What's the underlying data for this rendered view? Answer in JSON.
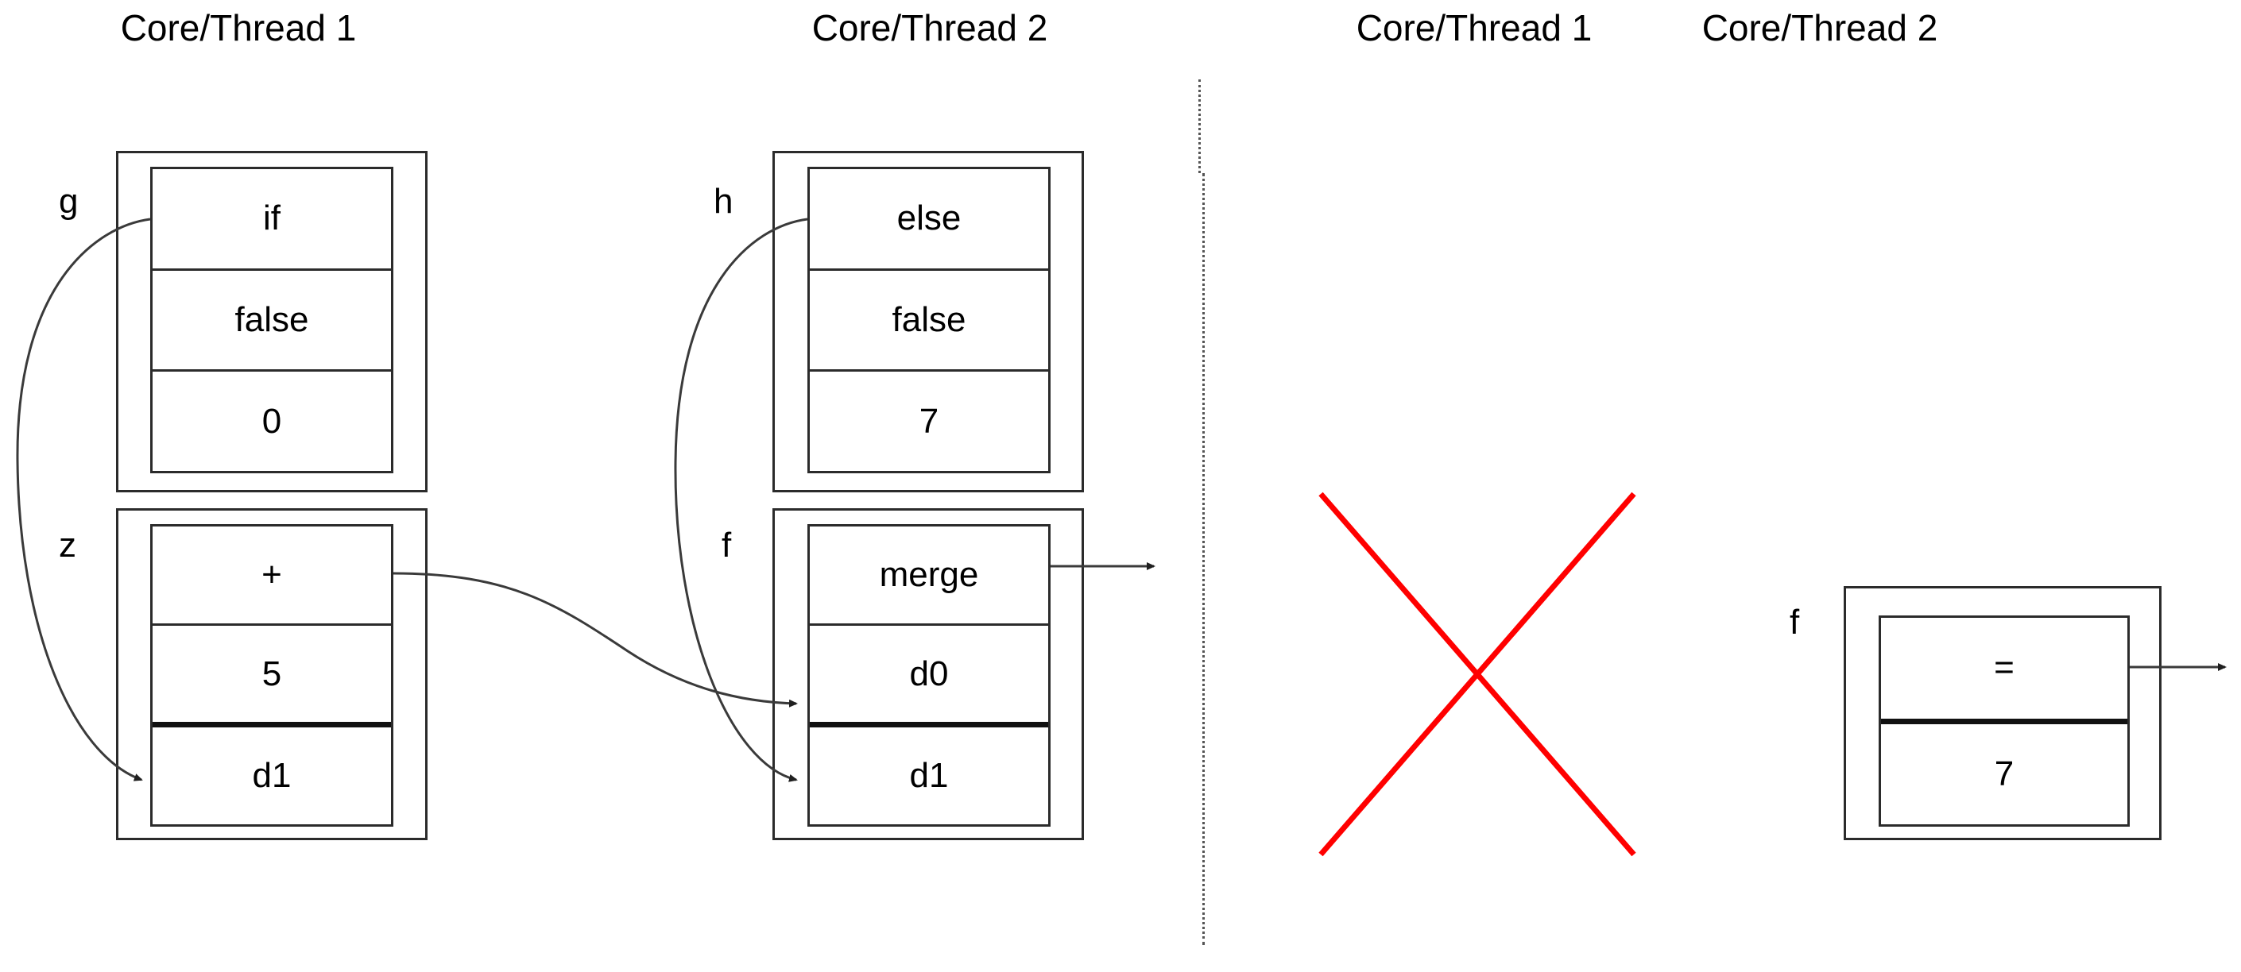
{
  "headers": [
    {
      "label": "Core/Thread 1"
    },
    {
      "label": "Core/Thread 2"
    },
    {
      "label": "Core/Thread 1"
    },
    {
      "label": "Core/Thread 2"
    }
  ],
  "nodes": [
    {
      "id": "g",
      "port_label": "g",
      "cells": [
        {
          "text": "if",
          "separator": "thin"
        },
        {
          "text": "false",
          "separator": "thin"
        },
        {
          "text": "0",
          "separator": "thin"
        }
      ]
    },
    {
      "id": "z",
      "port_label": "z",
      "cells": [
        {
          "text": "+",
          "separator": "thin"
        },
        {
          "text": "5",
          "separator": "thin"
        },
        {
          "text": "d1",
          "separator": "thick"
        }
      ]
    },
    {
      "id": "h",
      "port_label": "h",
      "cells": [
        {
          "text": "else",
          "separator": "thin"
        },
        {
          "text": "false",
          "separator": "thin"
        },
        {
          "text": "7",
          "separator": "thin"
        }
      ]
    },
    {
      "id": "f-merge",
      "port_label": "f",
      "cells": [
        {
          "text": "merge",
          "separator": "thin"
        },
        {
          "text": "d0",
          "separator": "thin"
        },
        {
          "text": "d1",
          "separator": "thick"
        }
      ]
    },
    {
      "id": "f-eq",
      "port_label": "f",
      "cells": [
        {
          "text": "=",
          "separator": "thin"
        },
        {
          "text": "7",
          "separator": "thick"
        }
      ]
    }
  ],
  "annotations": {
    "red_cross": {
      "name": "red-cross-mark",
      "color": "#ff0000"
    },
    "panel_divider": {
      "name": "dotted-panel-divider",
      "color": "#555555"
    }
  },
  "colors": {
    "stroke": "#2b2b2b",
    "edge": "#3a3a3a",
    "background": "#ffffff",
    "red": "#ff0000"
  }
}
